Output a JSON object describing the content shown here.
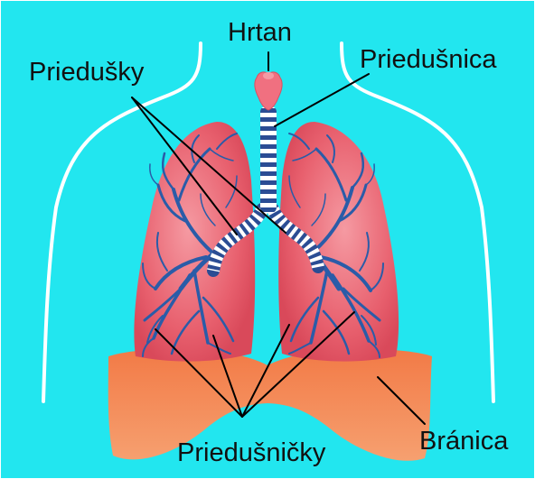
{
  "labels": {
    "larynx": "Hrtan",
    "trachea": "Priedušnica",
    "bronchi": "Priedušky",
    "bronchioles": "Priedušničky",
    "diaphragm": "Bránica"
  },
  "colors": {
    "background": "#22e6ef",
    "lung": "#e8606e",
    "lung_highlight": "#f28a92",
    "diaphragm": "#f07a4a",
    "airway_tree": "#2a5ca8",
    "trachea_ring": "#2b4d94",
    "larynx": "#f07080",
    "body_outline": "#ffffff",
    "pointer_line": "#000000"
  }
}
